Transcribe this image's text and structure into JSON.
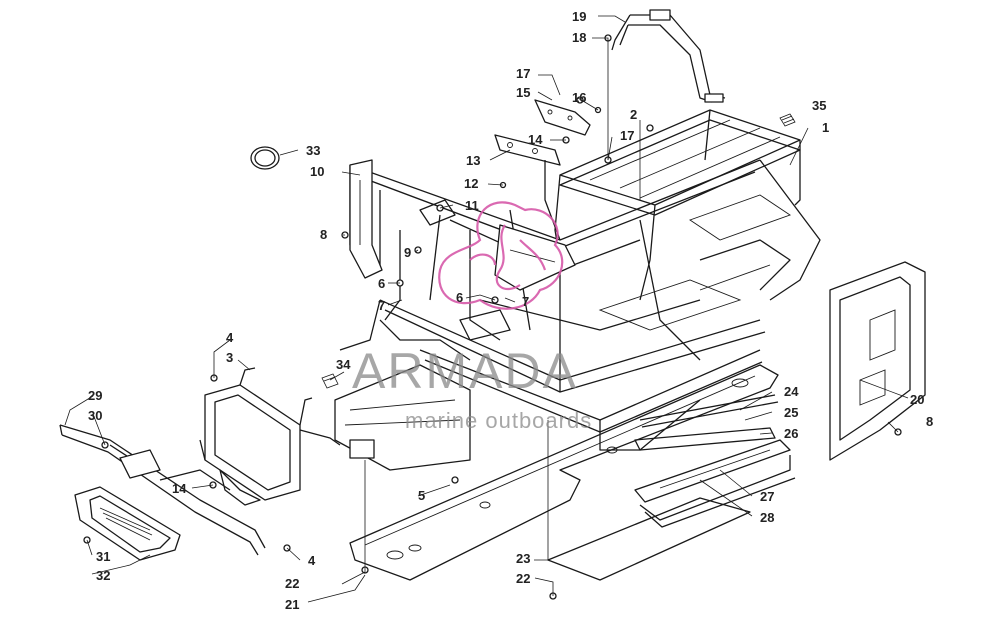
{
  "watermark": {
    "brand": "ARMADA",
    "tagline": "marine outboards",
    "logo_color": "#d659a8",
    "text_color": "#8a8a8a"
  },
  "callouts": [
    {
      "id": "1"
    },
    {
      "id": "2"
    },
    {
      "id": "3"
    },
    {
      "id": "4"
    },
    {
      "id": "4b"
    },
    {
      "id": "5"
    },
    {
      "id": "6"
    },
    {
      "id": "6b"
    },
    {
      "id": "7"
    },
    {
      "id": "7b"
    },
    {
      "id": "8"
    },
    {
      "id": "8b"
    },
    {
      "id": "9"
    },
    {
      "id": "10"
    },
    {
      "id": "11"
    },
    {
      "id": "12"
    },
    {
      "id": "13"
    },
    {
      "id": "14"
    },
    {
      "id": "14b"
    },
    {
      "id": "15"
    },
    {
      "id": "16"
    },
    {
      "id": "17"
    },
    {
      "id": "17b"
    },
    {
      "id": "18"
    },
    {
      "id": "19"
    },
    {
      "id": "20"
    },
    {
      "id": "21"
    },
    {
      "id": "22"
    },
    {
      "id": "22b"
    },
    {
      "id": "23"
    },
    {
      "id": "24"
    },
    {
      "id": "25"
    },
    {
      "id": "26"
    },
    {
      "id": "27"
    },
    {
      "id": "28"
    },
    {
      "id": "29"
    },
    {
      "id": "30"
    },
    {
      "id": "31"
    },
    {
      "id": "32"
    },
    {
      "id": "33"
    },
    {
      "id": "34"
    },
    {
      "id": "35"
    }
  ],
  "labels": {
    "c1": "1",
    "c2": "2",
    "c3": "3",
    "c4": "4",
    "c4b": "4",
    "c5": "5",
    "c6": "6",
    "c6b": "6",
    "c7": "7",
    "c7b": "7",
    "c8": "8",
    "c8b": "8",
    "c9": "9",
    "c10": "10",
    "c11": "11",
    "c12": "12",
    "c13": "13",
    "c14": "14",
    "c14b": "14",
    "c15": "15",
    "c16": "16",
    "c17": "17",
    "c17b": "17",
    "c18": "18",
    "c19": "19",
    "c20": "20",
    "c21": "21",
    "c22": "22",
    "c22b": "22",
    "c23": "23",
    "c24": "24",
    "c25": "25",
    "c26": "26",
    "c27": "27",
    "c28": "28",
    "c29": "29",
    "c30": "30",
    "c31": "31",
    "c32": "32",
    "c33": "33",
    "c34": "34",
    "c35": "35"
  }
}
